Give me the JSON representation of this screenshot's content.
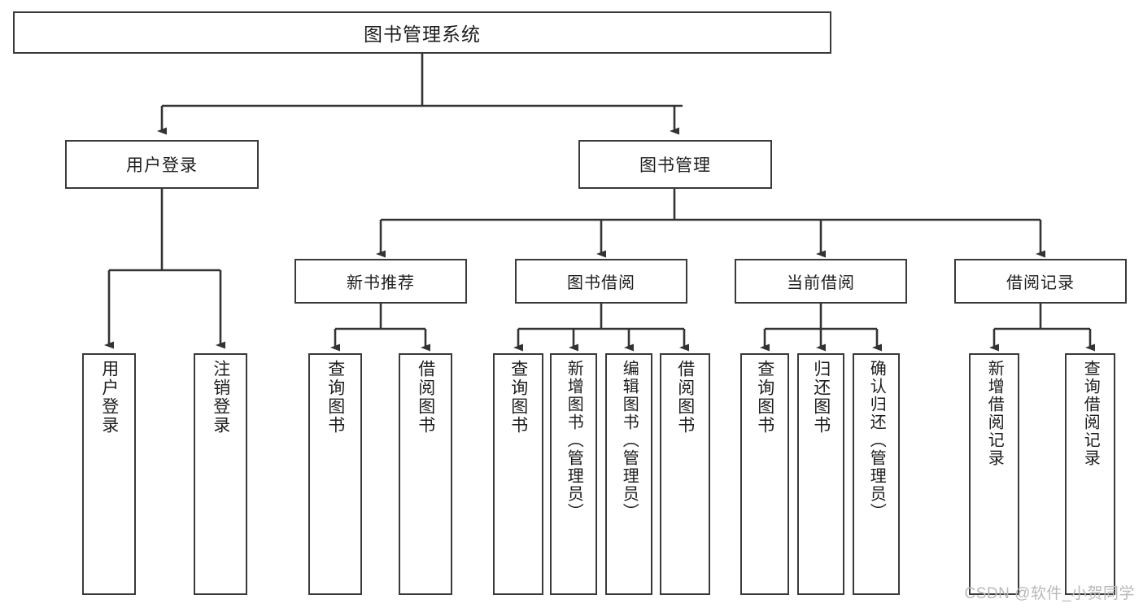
{
  "diagram": {
    "title": "图书管理系统",
    "type": "tree-hierarchy-chart",
    "colors": {
      "node_border": "#3a3a3a",
      "node_fill": "#ffffff",
      "edge": "#333333",
      "text": "#1d1d1d",
      "watermark": "#b9b9b9",
      "background": "#ffffff"
    },
    "watermark": "CSDN @软件_小贺同学",
    "nodes": {
      "root": {
        "label": "图书管理系统"
      },
      "level1": [
        {
          "id": "user-login",
          "label": "用户登录"
        },
        {
          "id": "book-manage",
          "label": "图书管理"
        }
      ],
      "level2": [
        {
          "id": "new-book-recommend",
          "label": "新书推荐"
        },
        {
          "id": "book-borrow",
          "label": "图书借阅"
        },
        {
          "id": "current-borrow",
          "label": "当前借阅"
        },
        {
          "id": "borrow-record",
          "label": "借阅记录"
        }
      ],
      "leaves": [
        {
          "id": "leaf-user-login",
          "label": "用户登录",
          "parent": "user-login"
        },
        {
          "id": "leaf-logout",
          "label": "注销登录",
          "parent": "user-login"
        },
        {
          "id": "leaf-query-book-1",
          "label": "查询图书",
          "parent": "new-book-recommend"
        },
        {
          "id": "leaf-borrow-book-1",
          "label": "借阅图书",
          "parent": "new-book-recommend"
        },
        {
          "id": "leaf-query-book-2",
          "label": "查询图书",
          "parent": "book-borrow"
        },
        {
          "id": "leaf-add-book",
          "label": "新增图书（管理员）",
          "parent": "book-borrow"
        },
        {
          "id": "leaf-edit-book",
          "label": "编辑图书（管理员）",
          "parent": "book-borrow"
        },
        {
          "id": "leaf-borrow-book-2",
          "label": "借阅图书",
          "parent": "book-borrow"
        },
        {
          "id": "leaf-query-book-3",
          "label": "查询图书",
          "parent": "current-borrow"
        },
        {
          "id": "leaf-return-book",
          "label": "归还图书",
          "parent": "current-borrow"
        },
        {
          "id": "leaf-confirm-return",
          "label": "确认归还（管理员）",
          "parent": "current-borrow"
        },
        {
          "id": "leaf-add-record",
          "label": "新增借阅记录",
          "parent": "borrow-record"
        },
        {
          "id": "leaf-query-record",
          "label": "查询借阅记录",
          "parent": "borrow-record"
        }
      ]
    }
  }
}
